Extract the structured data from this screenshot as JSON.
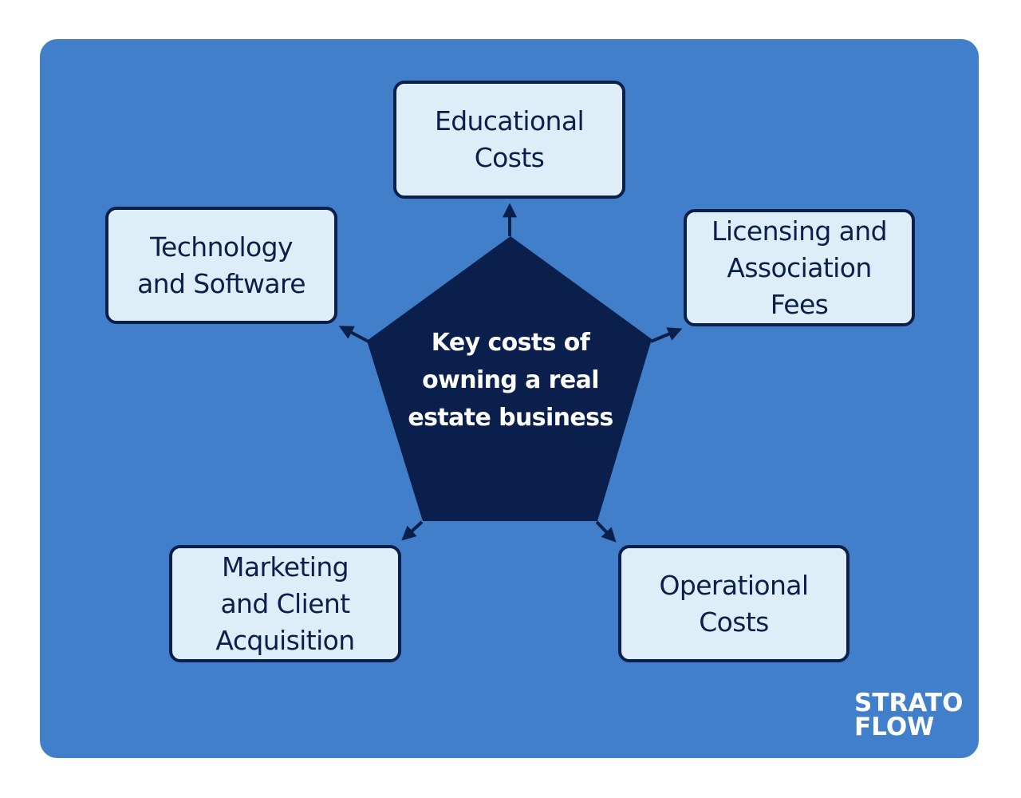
{
  "center": {
    "lines": [
      "Key costs of",
      "owning a real",
      "estate business"
    ]
  },
  "nodes": {
    "educational": {
      "lines": [
        "Educational",
        "Costs"
      ]
    },
    "licensing": {
      "lines": [
        "Licensing and",
        "Association",
        "Fees"
      ]
    },
    "operational": {
      "lines": [
        "Operational",
        "Costs"
      ]
    },
    "marketing": {
      "lines": [
        "Marketing",
        "and Client",
        "Acquisition"
      ]
    },
    "technology": {
      "lines": [
        "Technology",
        "and Software"
      ]
    }
  },
  "logo": {
    "lines": [
      "STRATO",
      "FLOW"
    ]
  },
  "colors": {
    "background": "#417fcb",
    "center_fill": "#0a1f4b",
    "box_fill": "#ddeef9",
    "box_border": "#0b1f4b",
    "text_dark": "#0b1f4b",
    "text_light": "#ffffff"
  }
}
